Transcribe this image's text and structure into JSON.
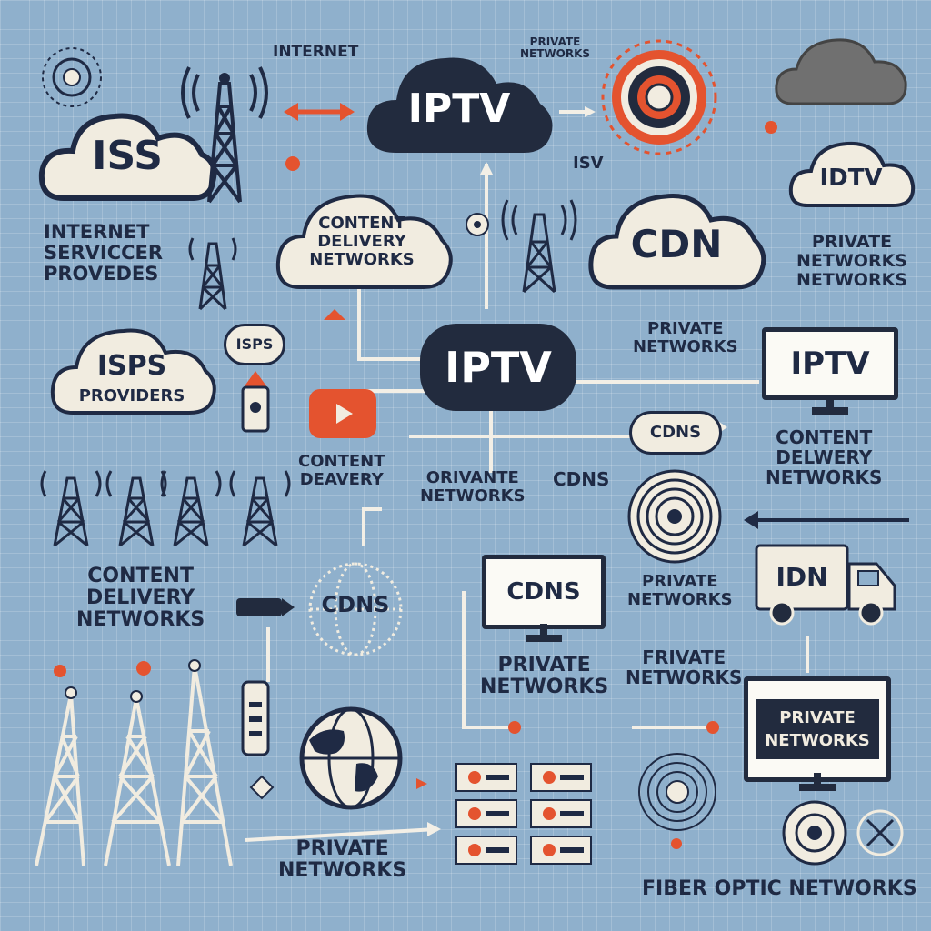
{
  "labels": {
    "internet_top": "INTERNET",
    "private_networks_top": "PRIVATE\nNETWORKS",
    "isp_cloud": "ISS",
    "iptv_top": "IPTV",
    "idtv_cloud": "IDTV",
    "isv": "ISV",
    "internet_service_providers": "INTERNET\nSERVICCER\nPROVEDES",
    "content_delivery_cloud": "CONTENT\nDELIVERY\nNETWORKS",
    "cdn_cloud": "CDN",
    "private_networks_right1": "PRIVATE\nNETWORKS\nNETWORKS",
    "isps_providers_cloud_1": "ISPS",
    "isps_providers_cloud_2": "PROVIDERS",
    "isps_pill": "ISPS",
    "private_networks_mid": "PRIVATE\nNETWORKS",
    "iptv_center": "IPTV",
    "iptv_monitor": "IPTV",
    "content_delivery_mid": "CONTENT\nDEAVERY",
    "orivante_networks": "ORIVANTE\nNETWORKS",
    "cdns_mid": "CDNS",
    "cdns_pill": "CDNS",
    "content_delivery_right": "CONTENT\nDELWERY\nNETWORKS",
    "content_delivery_left": "CONTENT\nDELIVERY\nNETWORKS",
    "cdns_globe": "CDNS",
    "cdns_monitor": "CDNS",
    "private_networks_center": "PRIVATE\nNETWORKS",
    "private_networks_right2": "PRIVATE\nNETWORKS",
    "idn_truck": "IDN",
    "frivate_networks": "FRIVATE\nNETWORKS",
    "private_networks_monitor": "PRIVATE\nNETWORKS",
    "private_networks_bottom": "PRIVATE\nNETWORKS",
    "fiber_optic": "FIBER OPTIC NETWORKS"
  },
  "colors": {
    "background": "#8fb0cc",
    "navy": "#1f2a44",
    "cream": "#f1ece0",
    "accent": "#e4532f"
  }
}
